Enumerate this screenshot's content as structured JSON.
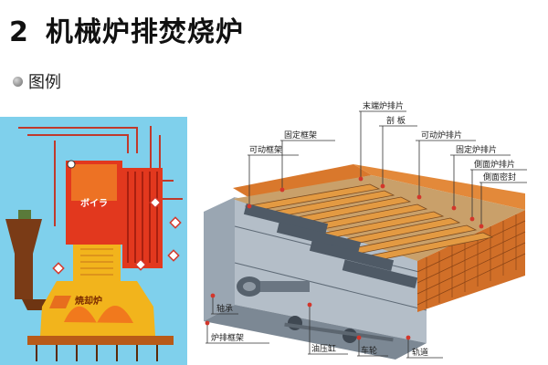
{
  "heading": {
    "number": "2",
    "text": "机械炉排焚烧炉"
  },
  "subheading": {
    "text": "图例"
  },
  "left_diagram": {
    "boiler_label": "ボイラ",
    "furnace_label": "焼却炉"
  },
  "right_diagram": {
    "callouts": {
      "end_grate": "末端炉排片",
      "rib_plate": "剖 板",
      "movable_grate": "可动炉排片",
      "fixed_grate": "固定炉排片",
      "side_grate": "側面炉排片",
      "side_seal": "側面密封",
      "fixed_frame": "固定框架",
      "movable_frame": "可动框架",
      "bearing": "轴承",
      "grate_frame": "炉排框架",
      "oil_cylinder": "油压缸",
      "wheel": "车轮",
      "track": "轨道"
    }
  },
  "colors": {
    "boiler_red": "#e2381e",
    "furnace_yellow": "#f2b41c",
    "equipment_blue": "#7fd0ec",
    "brick_orange": "#d9782c",
    "frame_gray": "#8e9aa6"
  }
}
